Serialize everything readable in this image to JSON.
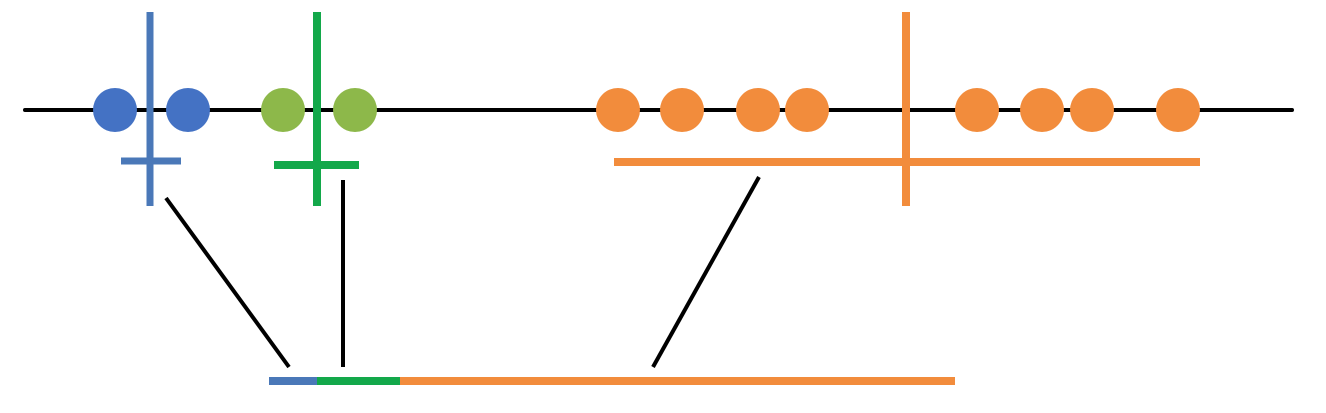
{
  "diagram": {
    "description_kind": "clusters-on-number-line",
    "colors": {
      "axis": "#000000",
      "connector": "#000000",
      "blue": "#4a78b8",
      "blue_point": "#4472c4",
      "green": "#13a84a",
      "green_point": "#8db84a",
      "orange": "#f28c3c",
      "orange_point": "#f28c3c"
    },
    "clusters": [
      {
        "id": "blue",
        "color_key": "blue",
        "point_color_key": "blue_point",
        "point_count": 2
      },
      {
        "id": "green",
        "color_key": "green",
        "point_color_key": "green_point",
        "point_count": 2
      },
      {
        "id": "orange",
        "color_key": "orange",
        "point_color_key": "orange_point",
        "point_count": 8
      }
    ],
    "combined_bar": {
      "segments": [
        "blue",
        "green",
        "orange"
      ]
    }
  }
}
